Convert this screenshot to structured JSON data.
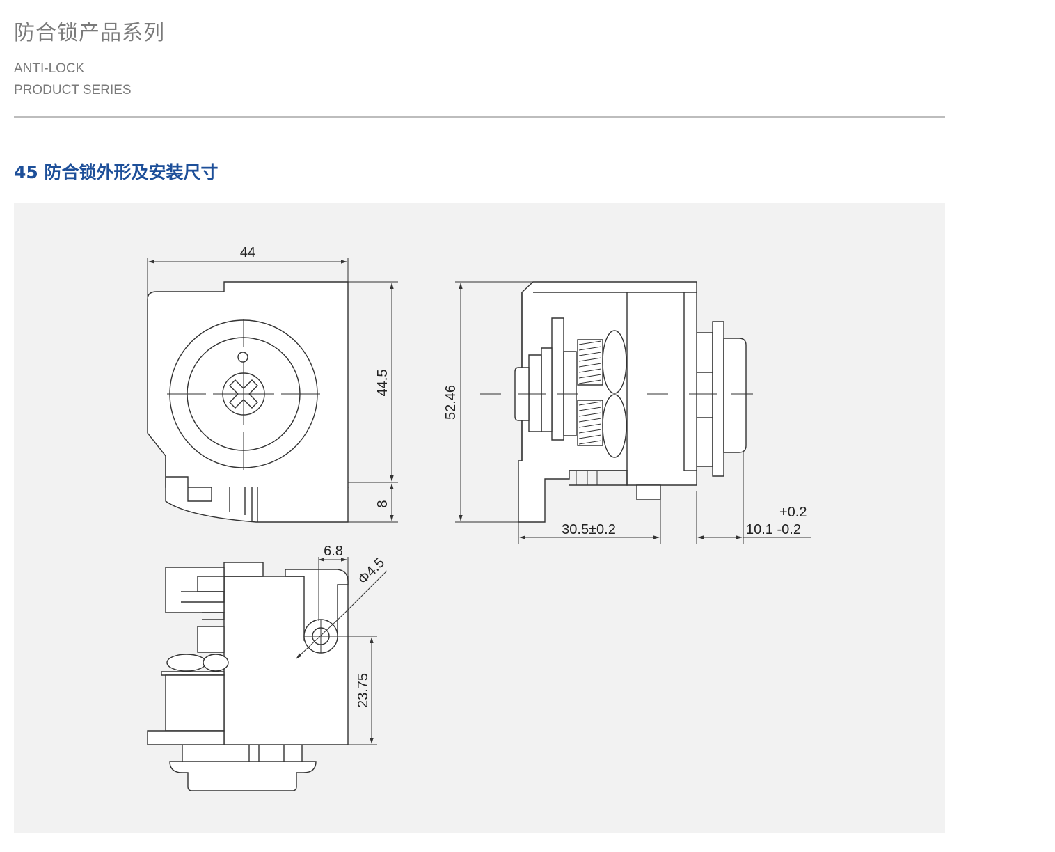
{
  "header": {
    "title_cn": "防合锁产品系列",
    "title_en_line1": "ANTI-LOCK",
    "title_en_line2": "PRODUCT SERIES"
  },
  "section": {
    "title": "45 防合锁外形及安装尺寸"
  },
  "drawing": {
    "dim_width_44": "44",
    "dim_height_44_5": "44.5",
    "dim_8": "8",
    "dim_52_46": "52.46",
    "dim_30_5": "30.5±0.2",
    "dim_10_1": "10.1 -0.2",
    "dim_tol_plus": "+0.2",
    "dim_6_8": "6.8",
    "dim_phi_4_5": "Φ4.5",
    "dim_23_75": "23.75"
  },
  "colors": {
    "accent": "#1d4f99",
    "line": "#333333",
    "panel": "#f2f2f2"
  }
}
